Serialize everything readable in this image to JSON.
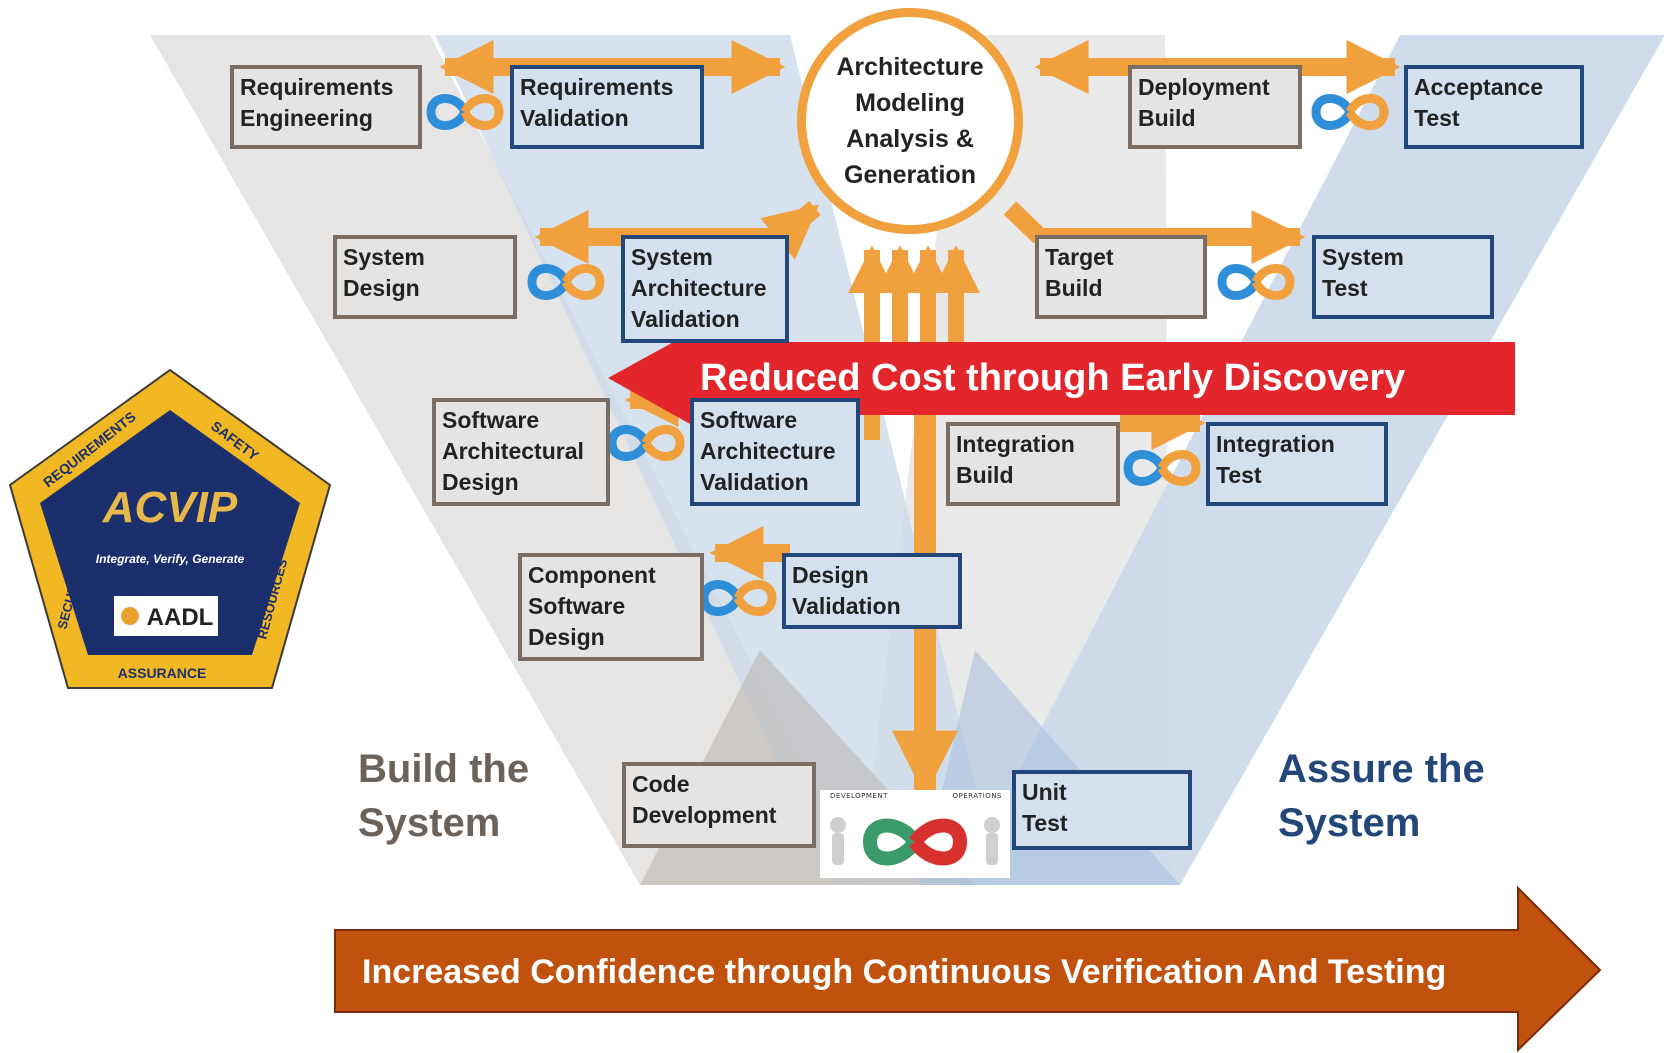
{
  "hub": {
    "lines": [
      "Architecture",
      "Modeling",
      "Analysis &",
      "Generation"
    ]
  },
  "build_side": [
    {
      "id": "requirements-engineering",
      "lines": [
        "Requirements",
        "Engineering"
      ]
    },
    {
      "id": "system-design",
      "lines": [
        "System",
        "Design"
      ]
    },
    {
      "id": "software-architectural-design",
      "lines": [
        "Software",
        "Architectural",
        "Design"
      ]
    },
    {
      "id": "component-software-design",
      "lines": [
        "Component",
        "Software",
        "Design"
      ]
    },
    {
      "id": "code-development",
      "lines": [
        "Code",
        "Development"
      ]
    }
  ],
  "validation_side": [
    {
      "id": "requirements-validation",
      "lines": [
        "Requirements",
        "Validation"
      ]
    },
    {
      "id": "system-architecture-validation",
      "lines": [
        "System",
        "Architecture",
        "Validation"
      ]
    },
    {
      "id": "software-architecture-validation",
      "lines": [
        "Software",
        "Architecture",
        "Validation"
      ]
    },
    {
      "id": "design-validation",
      "lines": [
        "Design",
        "Validation"
      ]
    }
  ],
  "right_build": [
    {
      "id": "deployment-build",
      "lines": [
        "Deployment",
        "Build"
      ]
    },
    {
      "id": "target-build",
      "lines": [
        "Target",
        "Build"
      ]
    },
    {
      "id": "integration-build",
      "lines": [
        "Integration",
        "Build"
      ]
    }
  ],
  "right_test": [
    {
      "id": "acceptance-test",
      "lines": [
        "Acceptance",
        "Test"
      ]
    },
    {
      "id": "system-test",
      "lines": [
        "System",
        "Test"
      ]
    },
    {
      "id": "integration-test",
      "lines": [
        "Integration",
        "Test"
      ]
    },
    {
      "id": "unit-test",
      "lines": [
        "Unit",
        "Test"
      ]
    }
  ],
  "captions": {
    "build": [
      "Build the",
      "System"
    ],
    "assure": [
      "Assure the",
      "System"
    ]
  },
  "red_banner": "Reduced Cost through Early Discovery",
  "bottom_banner": "Increased Confidence through Continuous Verification And Testing",
  "devops": {
    "left_label": "DEVELOPMENT",
    "right_label": "OPERATIONS"
  },
  "badge": {
    "title": "ACVIP",
    "tagline": "Integrate, Verify, Generate",
    "logo": "AADL",
    "edges": [
      "REQUIREMENTS",
      "SAFETY",
      "SECURITY",
      "RESOURCES",
      "ASSURANCE"
    ]
  },
  "colors": {
    "orange": "#f0a03c",
    "red": "#e3262c",
    "rust": "#c0520e",
    "build_border": "#7a6e64",
    "test_border": "#24477a",
    "build_caption": "#6b625c",
    "assure_caption": "#24477a",
    "badge_gold": "#f2b824",
    "badge_navy": "#1a2f6b",
    "loop_blue": "#2f8ed8"
  }
}
